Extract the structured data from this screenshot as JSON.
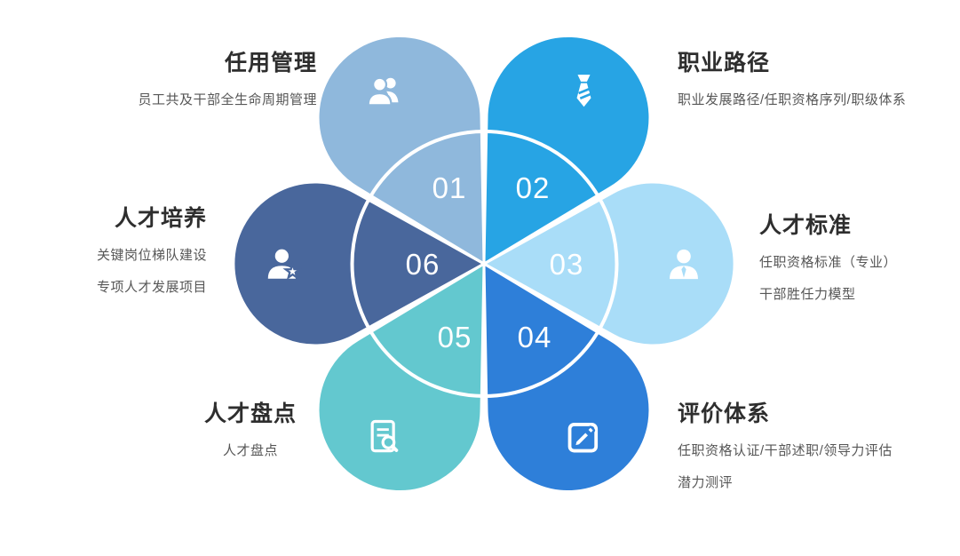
{
  "canvas": {
    "background": "#ffffff",
    "ring_color": "#ffffff",
    "number_color": "#ffffff",
    "title_color": "#2e2e2e",
    "subtitle_color": "#575757"
  },
  "diagram": {
    "type": "flower-petal-diagram",
    "items": [
      {
        "number": "01",
        "title": "任用管理",
        "lines": [
          "员工共及干部全生命周期管理"
        ],
        "icon": "users-icon",
        "color": "#8fb8dc"
      },
      {
        "number": "02",
        "title": "职业路径",
        "lines": [
          "职业发展路径/任职资格序列/职级体系"
        ],
        "icon": "tie-icon",
        "color": "#27a4e4"
      },
      {
        "number": "03",
        "title": "人才标准",
        "lines": [
          "任职资格标准（专业）",
          "干部胜任力模型"
        ],
        "icon": "person-icon",
        "color": "#a9ddf8"
      },
      {
        "number": "04",
        "title": "评价体系",
        "lines": [
          "任职资格认证/干部述职/领导力评估",
          "潜力测评"
        ],
        "icon": "edit-icon",
        "color": "#2e7fd9"
      },
      {
        "number": "05",
        "title": "人才盘点",
        "lines": [
          "人才盘点"
        ],
        "icon": "document-search-icon",
        "color": "#63c8cf"
      },
      {
        "number": "06",
        "title": "人才培养",
        "lines": [
          "关键岗位梯队建设",
          "专项人才发展项目"
        ],
        "icon": "person-star-icon",
        "color": "#49679c"
      }
    ]
  }
}
